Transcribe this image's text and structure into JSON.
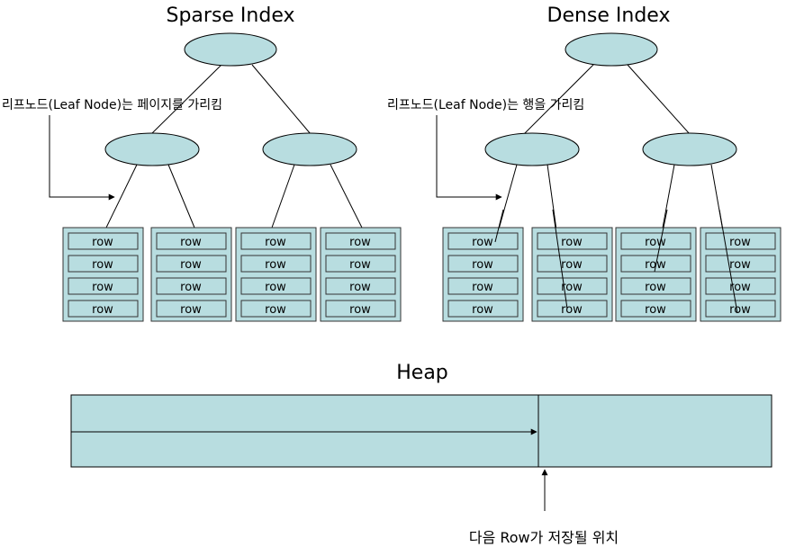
{
  "sparse": {
    "title": "Sparse Index",
    "caption": "리프노드(Leaf Node)는 페이지를 가리킴",
    "page_rows": [
      "row",
      "row",
      "row",
      "row"
    ]
  },
  "dense": {
    "title": "Dense Index",
    "caption": "리프노드(Leaf Node)는 행을 가리킴",
    "page_rows": [
      "row",
      "row",
      "row",
      "row"
    ]
  },
  "heap": {
    "title": "Heap",
    "next_row_caption": "다음 Row가 저장될 위치"
  },
  "colors": {
    "fill": "#b8dde0",
    "stroke": "#000000",
    "page_stroke": "#333333"
  }
}
